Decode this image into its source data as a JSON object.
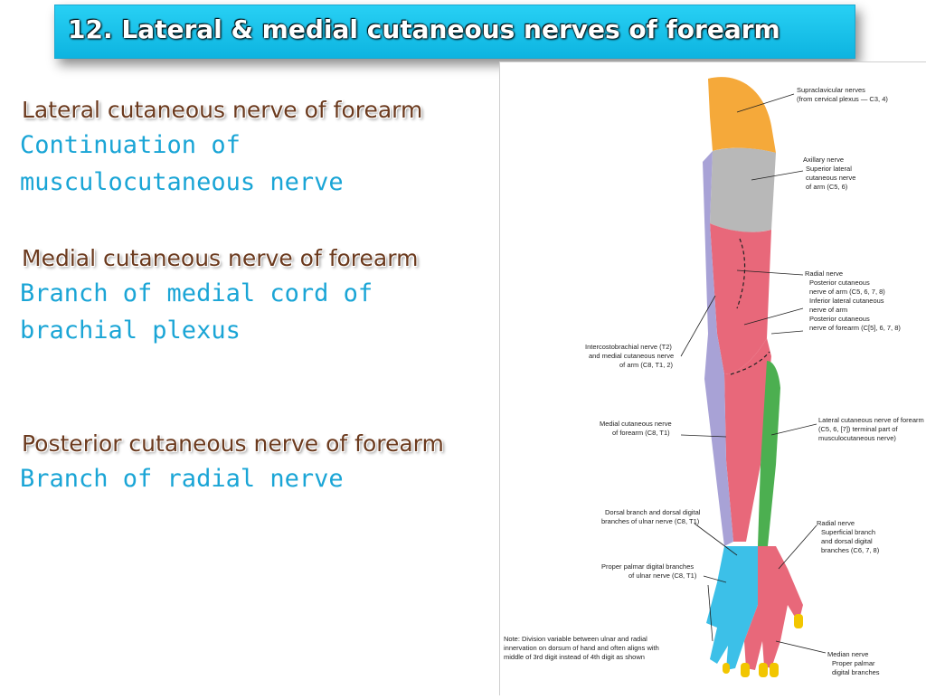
{
  "slide": {
    "title": "12. Lateral & medial cutaneous nerves of forearm"
  },
  "sections": [
    {
      "heading": "Lateral cutaneous nerve of forearm",
      "line1": "Continuation of",
      "line2": "musculocutaneous nerve"
    },
    {
      "heading": "Medial cutaneous nerve of forearm",
      "line1": "Branch of medial cord of",
      "line2": "brachial plexus"
    },
    {
      "heading": "Posterior cutaneous nerve of forearm",
      "line1": "Branch of radial nerve"
    }
  ],
  "figure": {
    "labels": {
      "supraclavicular": [
        "Supraclavicular nerves",
        "(from cervical  plexus — C3, 4)"
      ],
      "axillary": [
        "Axillary nerve",
        "Superior lateral",
        "cutaneous nerve",
        "of arm (C5, 6)"
      ],
      "radial_upper": [
        "Radial nerve",
        "Posterior cutaneous",
        "nerve of arm (C5, 6, 7, 8)",
        "Inferior lateral cutaneous",
        "nerve of arm",
        "Posterior cutaneous",
        "nerve of forearm  (C[5], 6, 7, 8)"
      ],
      "intercostobrachial": [
        "Intercostobrachial nerve (T2)",
        "and medial cutaneous nerve",
        "of arm (C8, T1, 2)"
      ],
      "medial_cutaneous": [
        "Medial cutaneous  nerve",
        "of forearm  (C8, T1)"
      ],
      "lateral_cutaneous": [
        "Lateral cutaneous nerve of forearm",
        "(C5, 6, [7])  terminal part of",
        "musculocutaneous nerve)"
      ],
      "dorsal_branch": [
        "Dorsal branch and dorsal digital",
        "branches of ulnar nerve (C8, T1)"
      ],
      "radial_lower": [
        "Radial nerve",
        "Superficial branch",
        "and dorsal digital",
        "branches (C6, 7, 8)"
      ],
      "proper_palmar_ulnar": [
        "Proper palmar digital branches",
        "of ulnar nerve (C8, T1)"
      ],
      "note": [
        "Note: Division variable between ulnar and radial",
        "innervation on dorsum of hand and often aligns with",
        "middle of 3rd digit instead of 4th digit as shown"
      ],
      "median": [
        "Median nerve",
        "Proper palmar",
        "digital branches"
      ]
    },
    "colors": {
      "supraclavicular": "#f5a93a",
      "axillary": "#b8b8b8",
      "radial": "#e8687a",
      "medial": "#a8a2d6",
      "lateral": "#4caf50",
      "ulnar": "#3cc0e8",
      "median": "#f2c600"
    }
  }
}
